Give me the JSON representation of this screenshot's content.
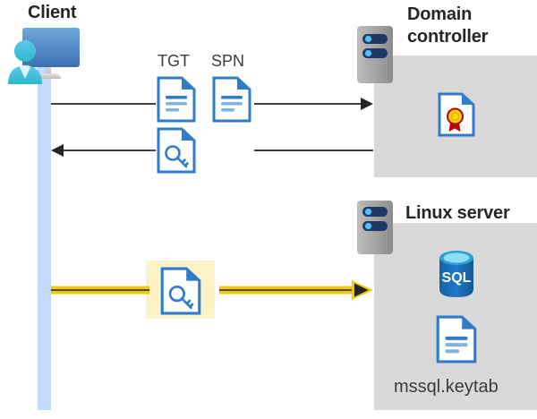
{
  "diagram": {
    "title": "Kerberos authentication flow between client, domain controller and Linux server",
    "background": "#ffffff"
  },
  "client": {
    "title": "Client",
    "icon": "client-workstation-user-icon",
    "lifeline_color": "#c3dafc"
  },
  "domain_controller": {
    "title": "Domain\ncontroller",
    "server_icon": "server-rack-icon",
    "panel_color": "#d9d9d9",
    "contents": [
      {
        "name": "certificate-document-icon",
        "label": ""
      }
    ]
  },
  "linux_server": {
    "title": "Linux server",
    "server_icon": "server-rack-icon",
    "panel_color": "#d9d9d9",
    "contents": [
      {
        "name": "sql-database-icon",
        "label": "SQL"
      },
      {
        "name": "keytab-document-icon",
        "label": "mssql.keytab"
      }
    ]
  },
  "flows": [
    {
      "id": "request",
      "direction": "client-to-domain-controller",
      "label_items": [
        "TGT",
        "SPN"
      ],
      "line_color": "#404040",
      "arrow_color": "#262626"
    },
    {
      "id": "response",
      "direction": "domain-controller-to-client",
      "label_items": [],
      "icon": "key-document-icon",
      "line_color": "#404040",
      "arrow_color": "#262626"
    },
    {
      "id": "ticket",
      "direction": "client-to-linux-server",
      "label_items": [],
      "icon": "key-document-icon",
      "highlight_color": "#fdf3c9",
      "line_color": "#f0c808",
      "arrow_color": "#262626"
    }
  ],
  "labels": {
    "tgt": "TGT",
    "spn": "SPN",
    "keytab_file": "mssql.keytab",
    "sql_text": "SQL"
  },
  "colors": {
    "panel_gray": "#d9d9d9",
    "lifeline_blue": "#c3dafc",
    "highlight_yellow": "#fdf3c9",
    "arrow_yellow": "#f0c808",
    "doc_blue": "#2f7ccc",
    "heading_dark": "#262626",
    "server_gray": "#a6a6a6",
    "server_navy": "#1f3864",
    "server_dot": "#4fc3f7",
    "sql_blue": "#1b6cb5",
    "seal_gold": "#ffd400",
    "seal_red": "#c00000"
  }
}
